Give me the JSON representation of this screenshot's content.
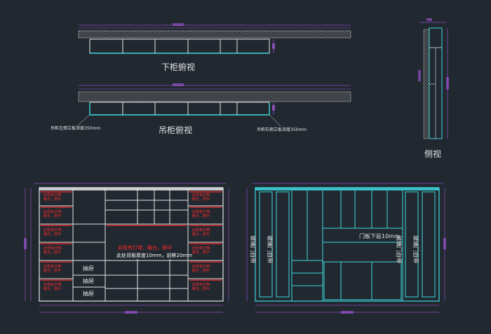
{
  "colors": {
    "background": "#212830",
    "cyan": "#3fd8e0",
    "white": "#e6e6e6",
    "red": "#ff2a2a",
    "magenta": "#c060ff",
    "hatch": "#8a8a8a"
  },
  "views": {
    "lower_plan_title": "下柜俯视",
    "upper_plan_title": "吊柜俯视",
    "side_view_title": "侧视",
    "upper_left_note": "吊柜左侧立板深度350mm",
    "upper_right_note": "吊柜右侧立板深度350mm"
  },
  "front_left": {
    "center_note_1": "此柜有灯带，暖光，居中",
    "center_note_2": "此处背板厚度10mm，前移20mm",
    "drawer_label": "抽屉",
    "shelf_note_1": "此柜有灯带，",
    "shelf_note_2": "暖光，居中"
  },
  "front_right": {
    "glass_door_left_a": "玻璃门自带",
    "glass_door_left_b": "玻璃门自带",
    "glass_door_right_a": "玻璃门自带",
    "glass_door_right_b": "玻璃门自带",
    "door_offset_note": "门板下延10mm"
  }
}
